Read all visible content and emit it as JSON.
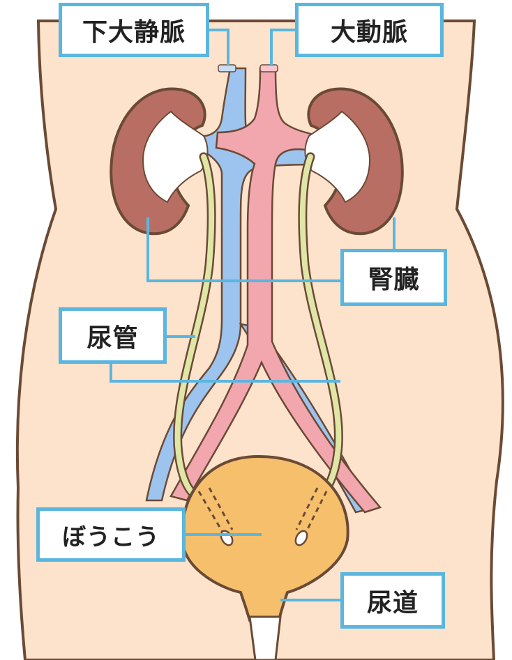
{
  "labels": {
    "inferior_vena_cava": "下大静脈",
    "aorta": "大動脈",
    "kidney": "腎臓",
    "ureter": "尿管",
    "bladder": "ぼうこう",
    "urethra": "尿道"
  },
  "colors": {
    "skin": "#fde3cc",
    "outline": "#6b4a35",
    "kidney": "#b96e63",
    "vein": "#9cc4ef",
    "artery": "#f2a7ae",
    "ureter": "#dfe6a6",
    "bladder": "#f5bf6c",
    "leader_line": "#5bb6df"
  }
}
